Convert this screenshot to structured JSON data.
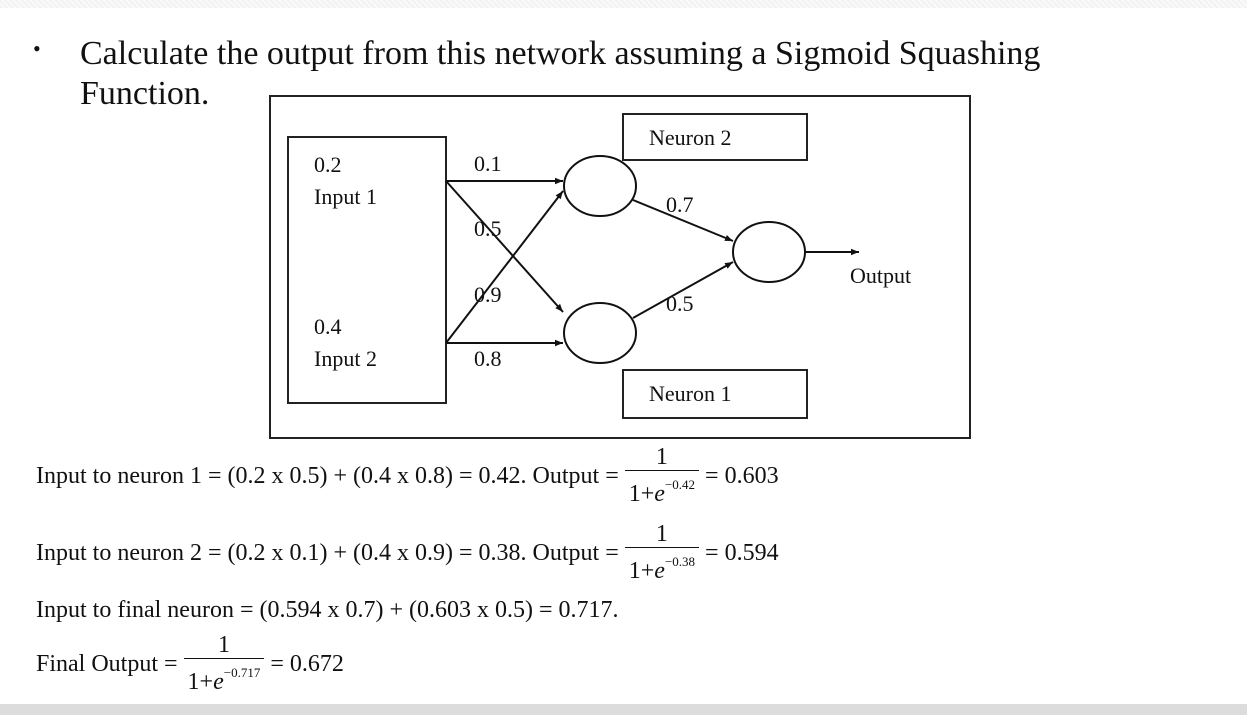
{
  "question": {
    "bullet": "•",
    "line1": "Calculate the output from this network assuming a Sigmoid Squashing",
    "line2": "Function."
  },
  "diagram": {
    "input_box": {
      "input1_value": "0.2",
      "input1_label": "Input 1",
      "input2_value": "0.4",
      "input2_label": "Input 2"
    },
    "weights": {
      "in1_to_n2": "0.1",
      "in1_to_n1": "0.5",
      "in2_to_n2": "0.9",
      "in2_to_n1": "0.8",
      "n2_to_out": "0.7",
      "n1_to_out": "0.5"
    },
    "neuron2_label": "Neuron 2",
    "neuron1_label": "Neuron 1",
    "output_label": "Output"
  },
  "equations": {
    "eq1": {
      "text": "Input to neuron 1 = (0.2 x 0.5) + (0.4 x 0.8) = 0.42. Output =",
      "numerator": "1",
      "den_base": "1+",
      "den_e": "e",
      "exponent": "−0.42",
      "result": "= 0.603"
    },
    "eq2": {
      "text": "Input to neuron 2 = (0.2 x 0.1) + (0.4 x 0.9) = 0.38. Output =",
      "numerator": "1",
      "den_base": "1+",
      "den_e": "e",
      "exponent": "−0.38",
      "result": "= 0.594"
    },
    "eq3": {
      "text": "Input to final neuron = (0.594 x 0.7) + (0.603 x 0.5) = 0.717."
    },
    "eq4": {
      "text": "Final Output =",
      "numerator": "1",
      "den_base": "1+",
      "den_e": "e",
      "exponent": "−0.717",
      "result": "= 0.672"
    }
  }
}
